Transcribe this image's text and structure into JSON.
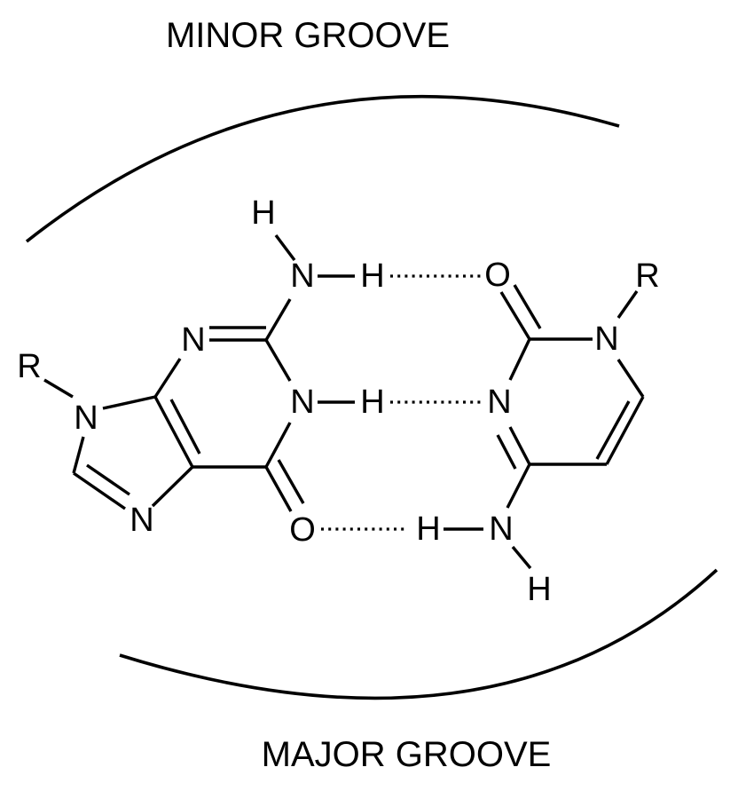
{
  "labels": {
    "minor_groove": "MINOR GROOVE",
    "major_groove": "MAJOR GROOVE"
  },
  "guanine": {
    "r": "R",
    "n9": "N",
    "n7": "N",
    "n3": "N",
    "n1": "N",
    "n2": "N",
    "h_n2_top": "H",
    "h_n2_bond": "H",
    "h_n1": "H",
    "o6": "O"
  },
  "cytosine": {
    "r": "R",
    "n1": "N",
    "n3": "N",
    "n4": "N",
    "o2": "O",
    "h_n4_bond": "H",
    "h_n4_bottom": "H"
  }
}
